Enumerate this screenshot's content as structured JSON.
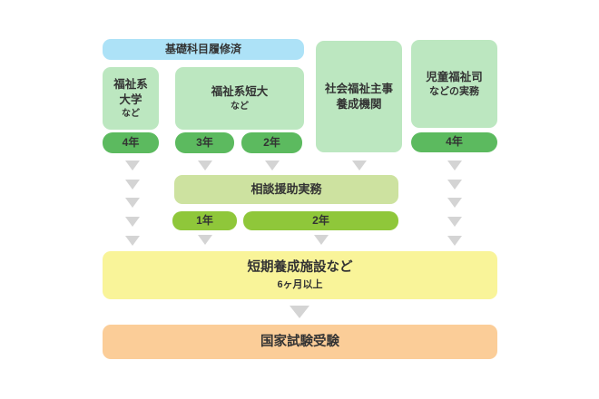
{
  "colors": {
    "light-blue": "#ade2f7",
    "light-green": "#bce7c0",
    "dark-green": "#5cba5f",
    "lime": "#8fc73a",
    "pale-lime": "#cde2a0",
    "yellow": "#f9f499",
    "orange": "#fbcd98",
    "arrow-gray": "#d4d4d4",
    "text": "#333333"
  },
  "banner": {
    "label": "基礎科目履修済"
  },
  "nodes": {
    "welfare_university": {
      "line1": "福祉系",
      "line2": "大学",
      "note": "など",
      "duration": "4年"
    },
    "welfare_junior_college": {
      "line1": "福祉系短大",
      "note": "など",
      "duration_3yr": "3年",
      "duration_2yr": "2年"
    },
    "social_welfare_officer_school": {
      "line1": "社会福祉主事",
      "line2": "養成機関"
    },
    "child_welfare_officer": {
      "line1": "児童福祉司",
      "line2": "などの実務",
      "duration": "4年"
    },
    "counseling_practice": {
      "label": "相談援助実務",
      "duration_1yr": "1年",
      "duration_2yr": "2年"
    },
    "short_term_training_facility": {
      "title": "短期養成施設など",
      "subtitle": "6ヶ月以上"
    },
    "national_exam": {
      "label": "国家試験受験"
    }
  }
}
